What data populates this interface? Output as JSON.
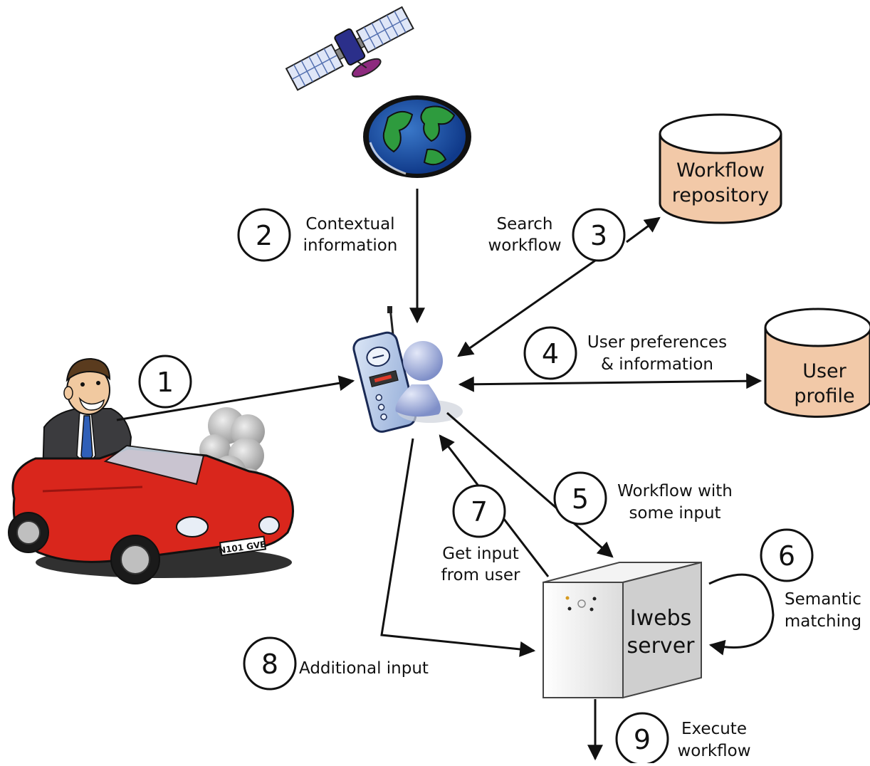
{
  "steps": [
    {
      "number": "1"
    },
    {
      "number": "2",
      "label_lines": [
        "Contextual",
        "information"
      ]
    },
    {
      "number": "3",
      "label_lines": [
        "Search",
        "workflow"
      ]
    },
    {
      "number": "4",
      "label_lines": [
        "User preferences",
        "& information"
      ]
    },
    {
      "number": "5",
      "label_lines": [
        "Workflow with",
        "some input"
      ]
    },
    {
      "number": "6",
      "label_lines": [
        "Semantic",
        "matching"
      ]
    },
    {
      "number": "7",
      "label_lines": [
        "Get input",
        "from user"
      ]
    },
    {
      "number": "8",
      "label_lines": [
        "Additional input"
      ]
    },
    {
      "number": "9",
      "label_lines": [
        "Execute",
        "workflow"
      ]
    }
  ],
  "nodes": {
    "workflow_repository": {
      "lines": [
        "Workflow",
        "repository"
      ]
    },
    "user_profile": {
      "lines": [
        "User",
        "profile"
      ]
    },
    "server": {
      "lines": [
        "Iwebs",
        "server"
      ]
    },
    "license_plate": "N101 GVE"
  },
  "colors": {
    "database_fill": "#f2c9a8",
    "car_red": "#d9261c",
    "phone_blue": "#b9cbe8",
    "server_grey": "#e6e6e6",
    "arrow": "#111111"
  }
}
